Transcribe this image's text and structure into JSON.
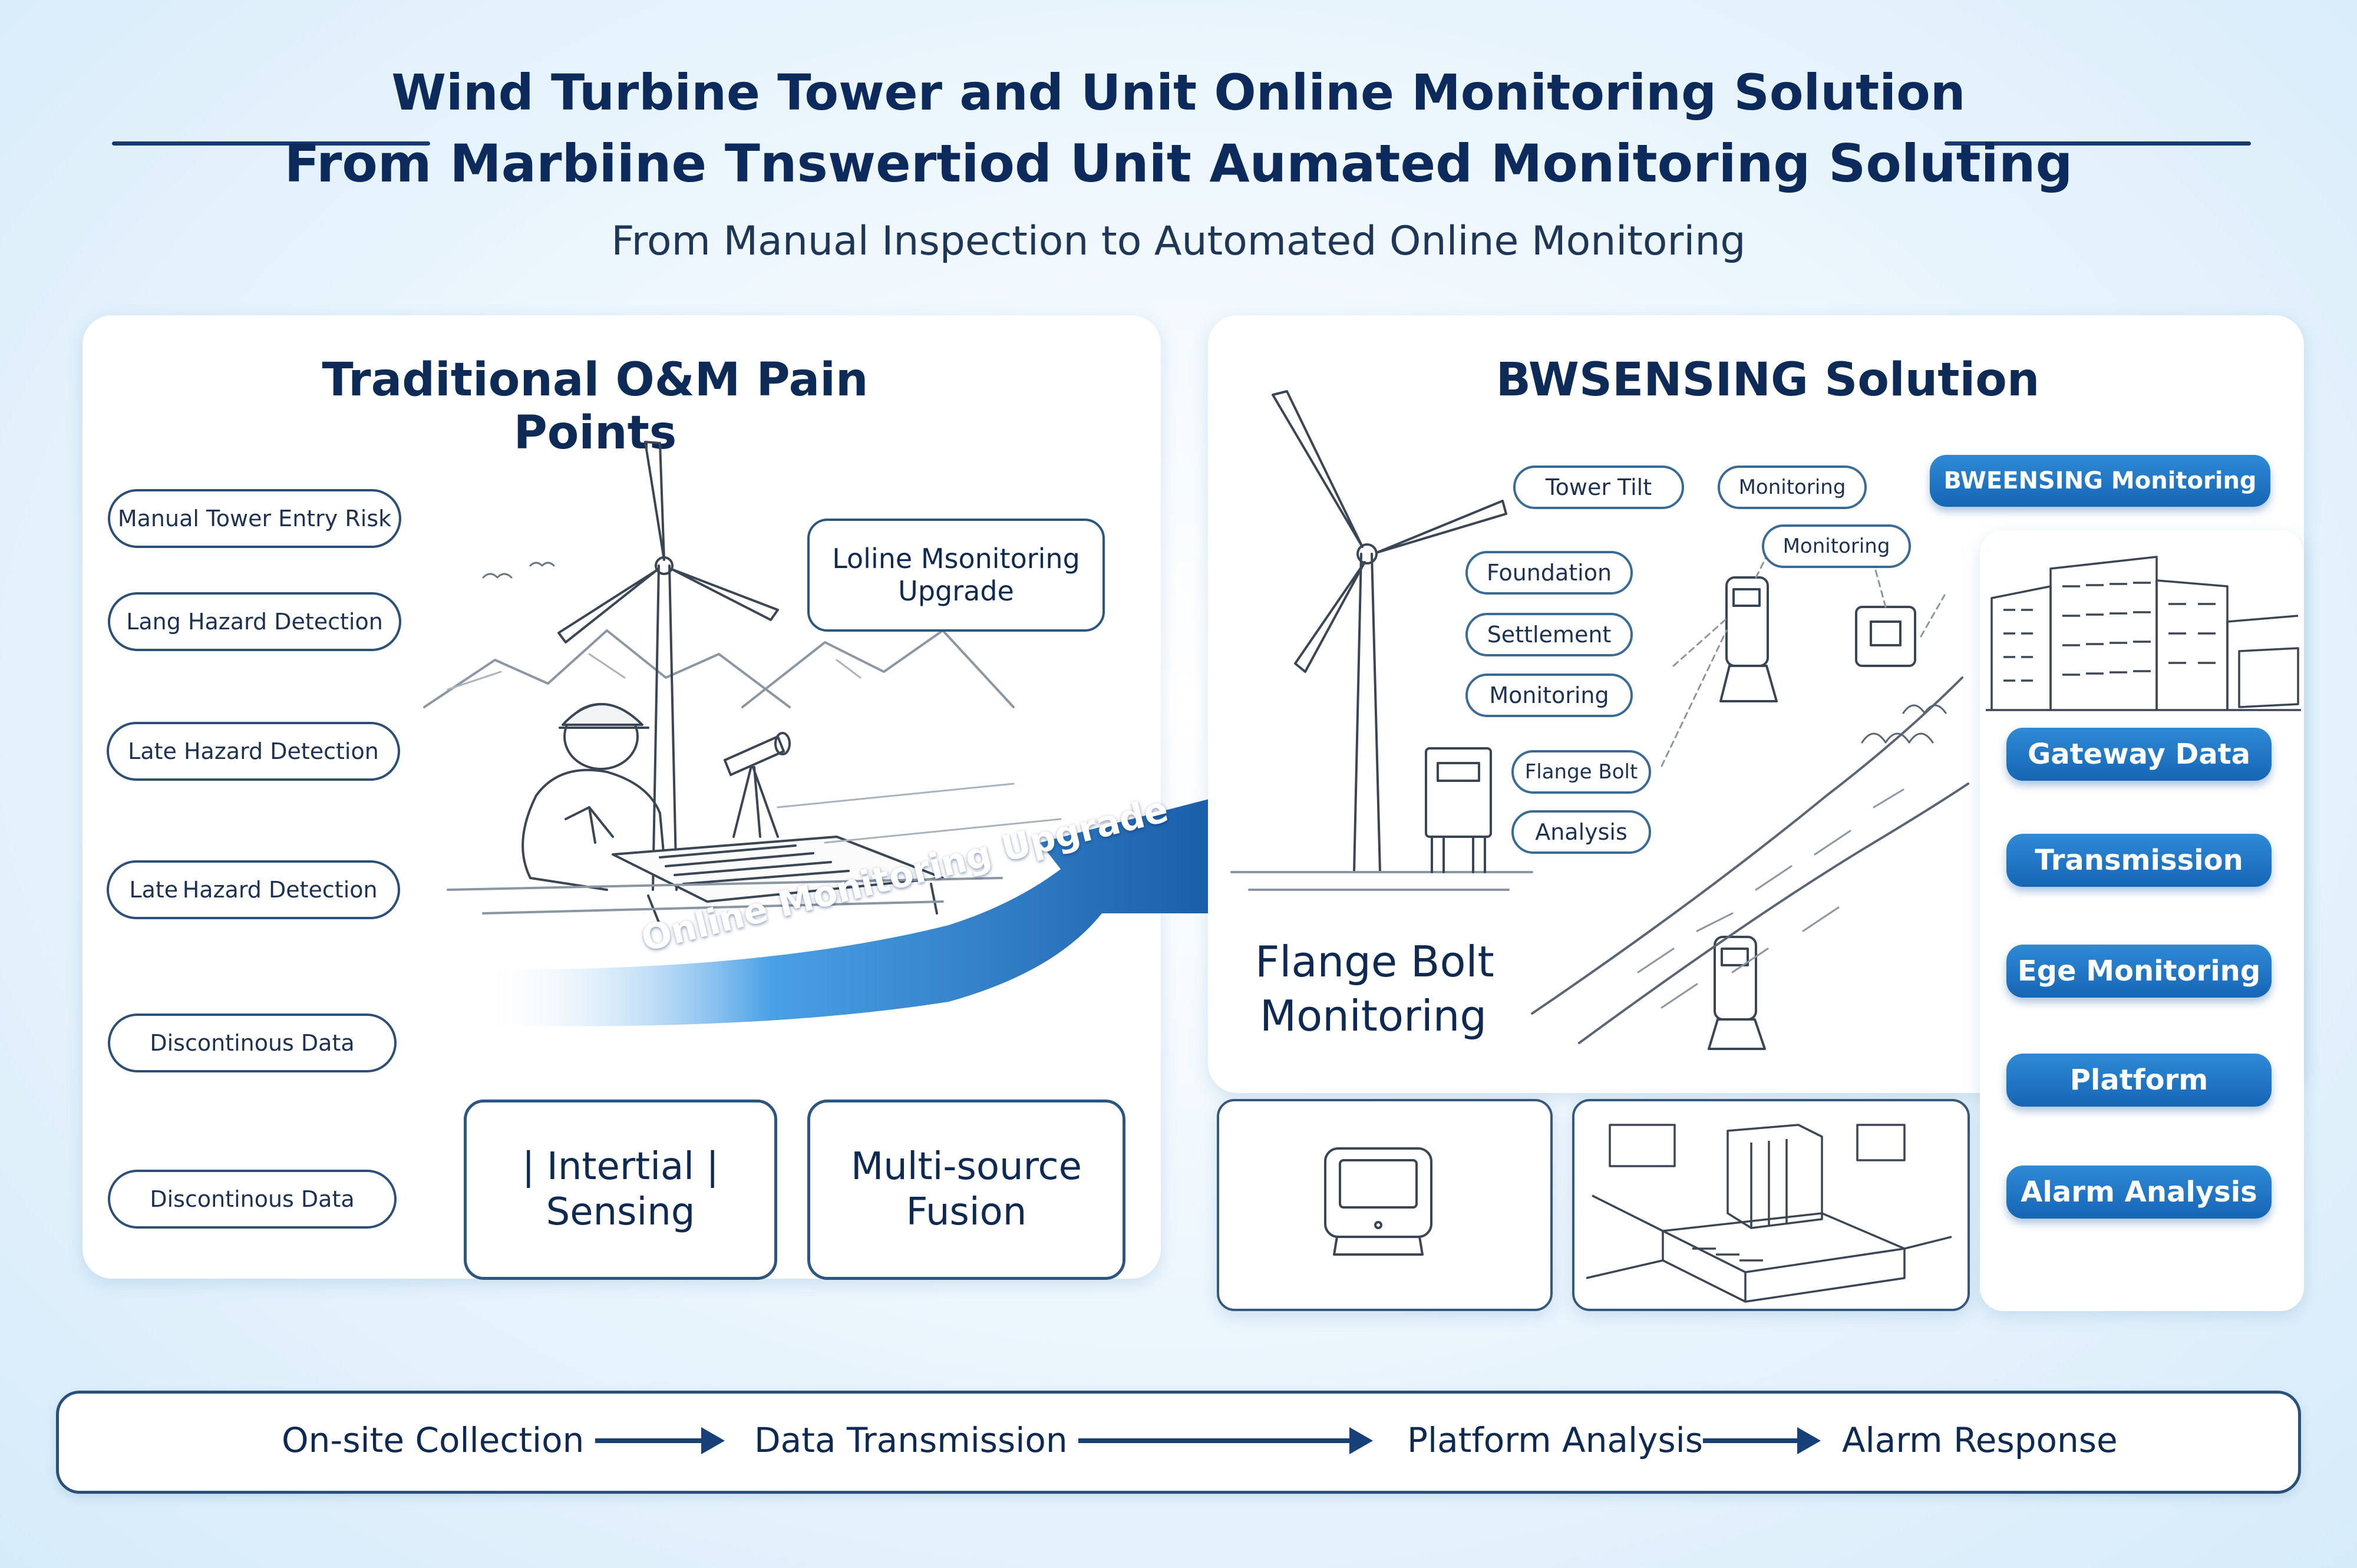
{
  "header": {
    "title_line1": "Wind Turbine Tower and Unit Online Monitoring Solution",
    "title_line2": "From Marbiine Tnswertiod Unit Aumated Monitoring Soluting",
    "subtitle": "From Manual Inspection to Automated Online Monitoring"
  },
  "left_panel": {
    "title": "Traditional O&M Pain Points",
    "pain_points": [
      "Manual Tower Entry Risk",
      "Lang Hazard Detection",
      "Late Hazard Detection",
      "Late Hazard Detection",
      "Discontinous Data",
      "Discontinous Data"
    ],
    "upgrade_box": "Loline Msonitoring Upgrade",
    "sensing_box": "| Intertial | Sensing",
    "fusion_box": "Multi-source Fusion"
  },
  "arrow_label": "Online Monitoring Upgrade",
  "right_panel": {
    "title": "BWSENSING Solution",
    "tags": [
      "Tower Tilt",
      "Monitoring",
      "Monitoring",
      "Foundation",
      "Settlement",
      "Monitoring",
      "Flange Bolt",
      "Analysis"
    ],
    "flange_label_line1": "Flange Bolt",
    "flange_label_line2": "Monitoring",
    "header_button": "BWEENSING Monitoring",
    "side_buttons": [
      "Gateway Data",
      "Transmission",
      "Ege Monitoring",
      "Platform",
      "Alarm Analysis"
    ]
  },
  "flow": {
    "steps": [
      "On-site Collection",
      "Data Transmission",
      "Platform Analysis",
      "Alarm Response"
    ]
  },
  "colors": {
    "navy": "#0d2a5c",
    "accent_blue": "#1a6fc0",
    "button_blue": "#1566b5"
  }
}
